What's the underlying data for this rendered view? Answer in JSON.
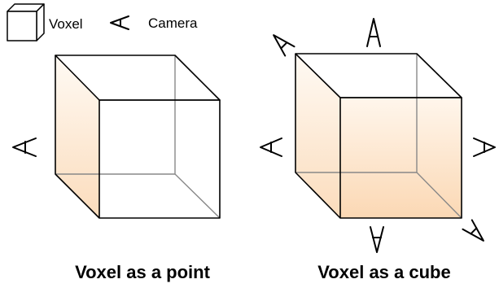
{
  "legend": {
    "voxel_label": "Voxel",
    "camera_label": "Camera"
  },
  "panels": {
    "left_caption": "Voxel as a point",
    "right_caption": "Voxel as a cube"
  },
  "colors": {
    "face_fill_start": "#fff8f0",
    "face_fill_end": "#fbdcbc",
    "line": "#000000",
    "hidden_line": "#888888"
  }
}
